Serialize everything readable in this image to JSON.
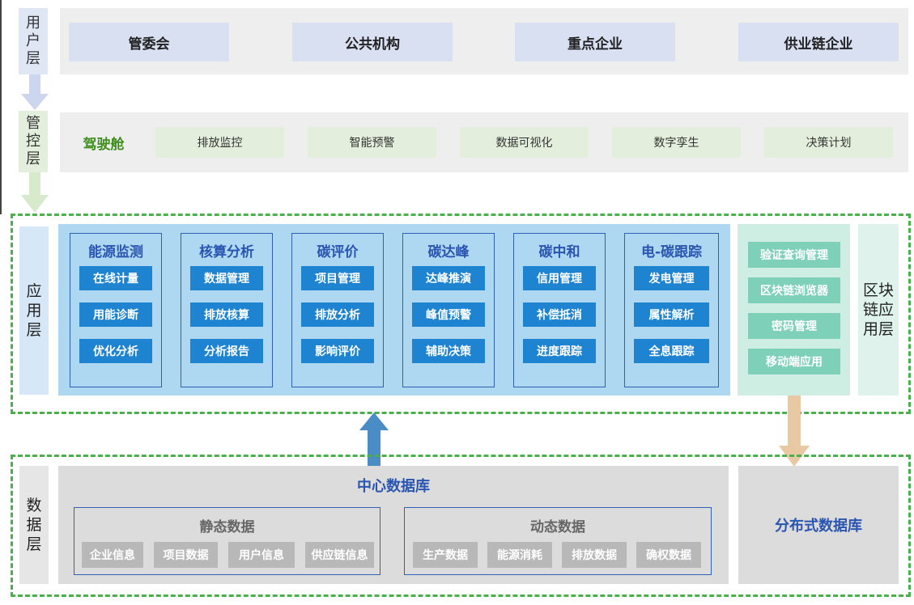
{
  "user_layer": {
    "label": "用户层",
    "items": [
      "管委会",
      "公共机构",
      "重点企业",
      "供业链企业"
    ]
  },
  "control_layer": {
    "label": "管控层",
    "cockpit": "驾驶舱",
    "items": [
      "排放监控",
      "智能预警",
      "数据可视化",
      "数字孪生",
      "决策计划"
    ]
  },
  "app_layer": {
    "label": "应用层",
    "modules": [
      {
        "title": "能源监测",
        "items": [
          "在线计量",
          "用能诊断",
          "优化分析"
        ]
      },
      {
        "title": "核算分析",
        "items": [
          "数据管理",
          "排放核算",
          "分析报告"
        ]
      },
      {
        "title": "碳评价",
        "items": [
          "项目管理",
          "排放分析",
          "影响评价"
        ]
      },
      {
        "title": "碳达峰",
        "items": [
          "达峰推演",
          "峰值预警",
          "辅助决策"
        ]
      },
      {
        "title": "碳中和",
        "items": [
          "信用管理",
          "补偿抵消",
          "进度跟踪"
        ]
      },
      {
        "title": "电-碳跟踪",
        "items": [
          "发电管理",
          "属性解析",
          "全息跟踪"
        ]
      }
    ],
    "blockchain": {
      "label": "区块链应用层",
      "items": [
        "验证查询管理",
        "区块链浏览器",
        "密码管理",
        "移动端应用"
      ]
    }
  },
  "data_layer": {
    "label": "数据层",
    "central_db": "中心数据库",
    "static": {
      "title": "静态数据",
      "items": [
        "企业信息",
        "项目数据",
        "用户信息",
        "供应链信息"
      ]
    },
    "dynamic": {
      "title": "动态数据",
      "items": [
        "生产数据",
        "能源消耗",
        "排放数据",
        "确权数据"
      ]
    },
    "distributed_db": "分布式数据库"
  },
  "colors": {
    "app_item": "#1e84d1",
    "blockchain_item": "#7ed0b8",
    "dashed_border": "#49b04b",
    "title_blue": "#2a55b0",
    "cockpit_green": "#3f8f1f"
  }
}
